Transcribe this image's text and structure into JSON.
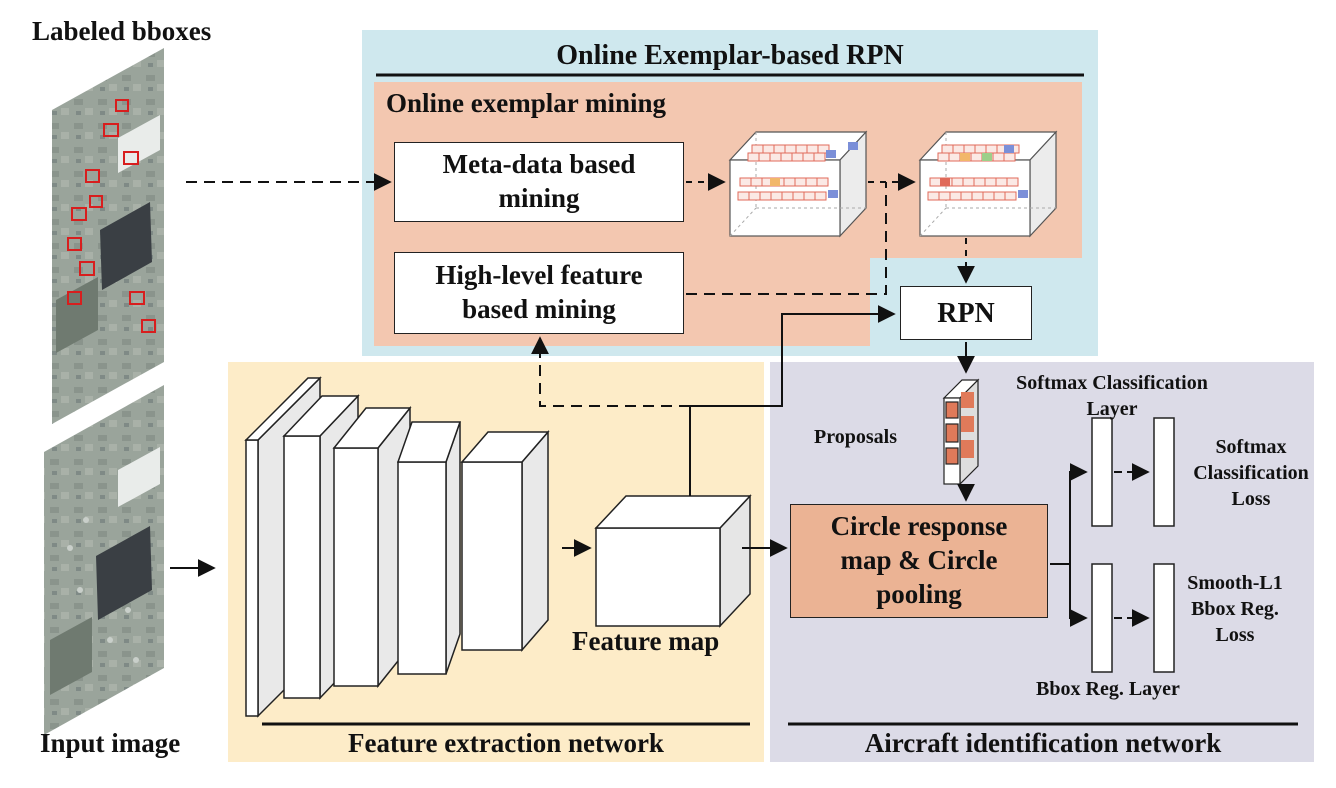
{
  "colors": {
    "rpn_region": "#cfe8ee",
    "mining_region": "#f3c7b0",
    "feature_region": "#fdecc8",
    "identification_region": "#dcdbe7",
    "circle_box": "#ebb394",
    "bbox_red": "#d81e1e",
    "cube_cell": "#e06a5a",
    "highlight_blue": "#7b8fd8",
    "highlight_green": "#9ccf8a",
    "highlight_orange": "#f2b76a"
  },
  "input": {
    "labeled_label": "Labeled bboxes",
    "input_label": "Input image"
  },
  "rpn_section": {
    "title": "Online Exemplar-based RPN",
    "mining_title": "Online exemplar mining",
    "meta_box": "Meta-data based mining",
    "high_box": "High-level feature based mining",
    "rpn_box": "RPN"
  },
  "feature_section": {
    "title": "Feature extraction network",
    "feature_map_label": "Feature map"
  },
  "identification_section": {
    "title": "Aircraft identification network",
    "proposals_label": "Proposals",
    "circle_box": "Circle response map & Circle pooling",
    "softmax_layer_label": "Softmax Classification Layer",
    "softmax_loss_label": "Softmax Classification Loss",
    "bbox_layer_label": "Bbox Reg. Layer",
    "bbox_loss_label": "Smooth-L1 Bbox Reg. Loss"
  }
}
